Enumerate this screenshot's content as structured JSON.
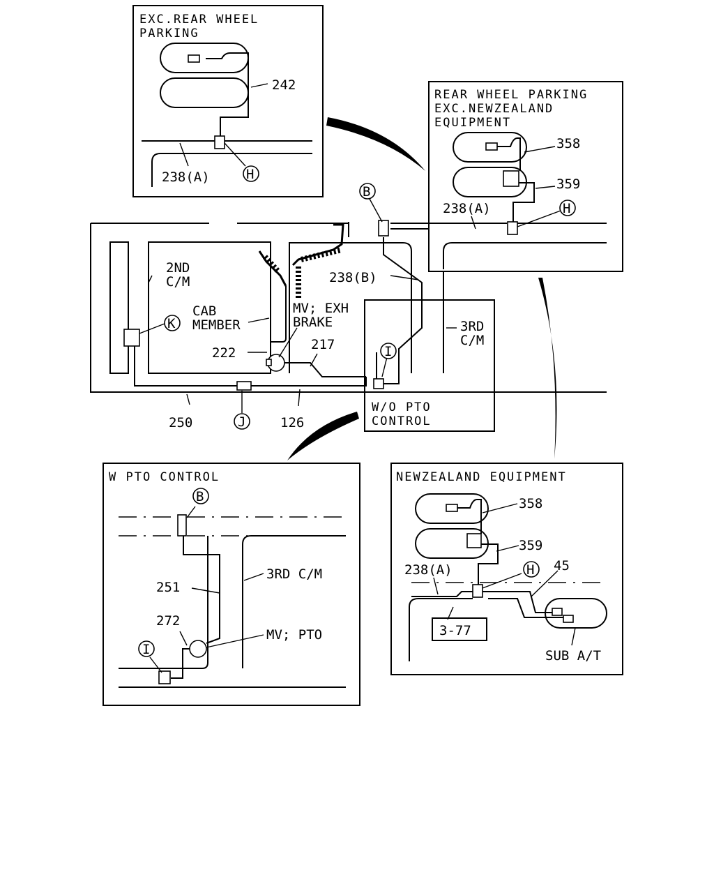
{
  "panels": {
    "exc_rear": {
      "title_line1": "EXC.REAR WHEEL",
      "title_line2": "PARKING",
      "part_242": "242",
      "part_238a": "238(A)",
      "callout_h": "H"
    },
    "rear_parking": {
      "title_line1": "REAR WHEEL PARKING",
      "title_line2": "EXC.NEWZEALAND",
      "title_line3": "EQUIPMENT",
      "part_358": "358",
      "part_359": "359",
      "part_238a": "238(A)",
      "callout_h": "H"
    },
    "main": {
      "label_2nd_1": "2ND",
      "label_2nd_2": "C/M",
      "label_cab_1": "CAB",
      "label_cab_2": "MEMBER",
      "label_mv_1": "MV; EXH",
      "label_mv_2": "BRAKE",
      "label_3rd_1": "3RD",
      "label_3rd_2": "C/M",
      "part_238b": "238(B)",
      "part_222": "222",
      "part_217": "217",
      "part_250": "250",
      "part_126": "126",
      "callout_b": "B",
      "callout_k": "K",
      "callout_i": "I",
      "callout_j": "J",
      "wo_pto_1": "W/O PTO",
      "wo_pto_2": "CONTROL"
    },
    "w_pto": {
      "title": "W PTO CONTROL",
      "part_251": "251",
      "part_272": "272",
      "label_3rd": "3RD C/M",
      "label_mv": "MV; PTO",
      "callout_b": "B",
      "callout_i": "I"
    },
    "nz": {
      "title": "NEWZEALAND EQUIPMENT",
      "part_358": "358",
      "part_359": "359",
      "part_238a": "238(A)",
      "part_45": "45",
      "ref": "3-77",
      "label_sub": "SUB A/T",
      "callout_h": "H"
    }
  }
}
